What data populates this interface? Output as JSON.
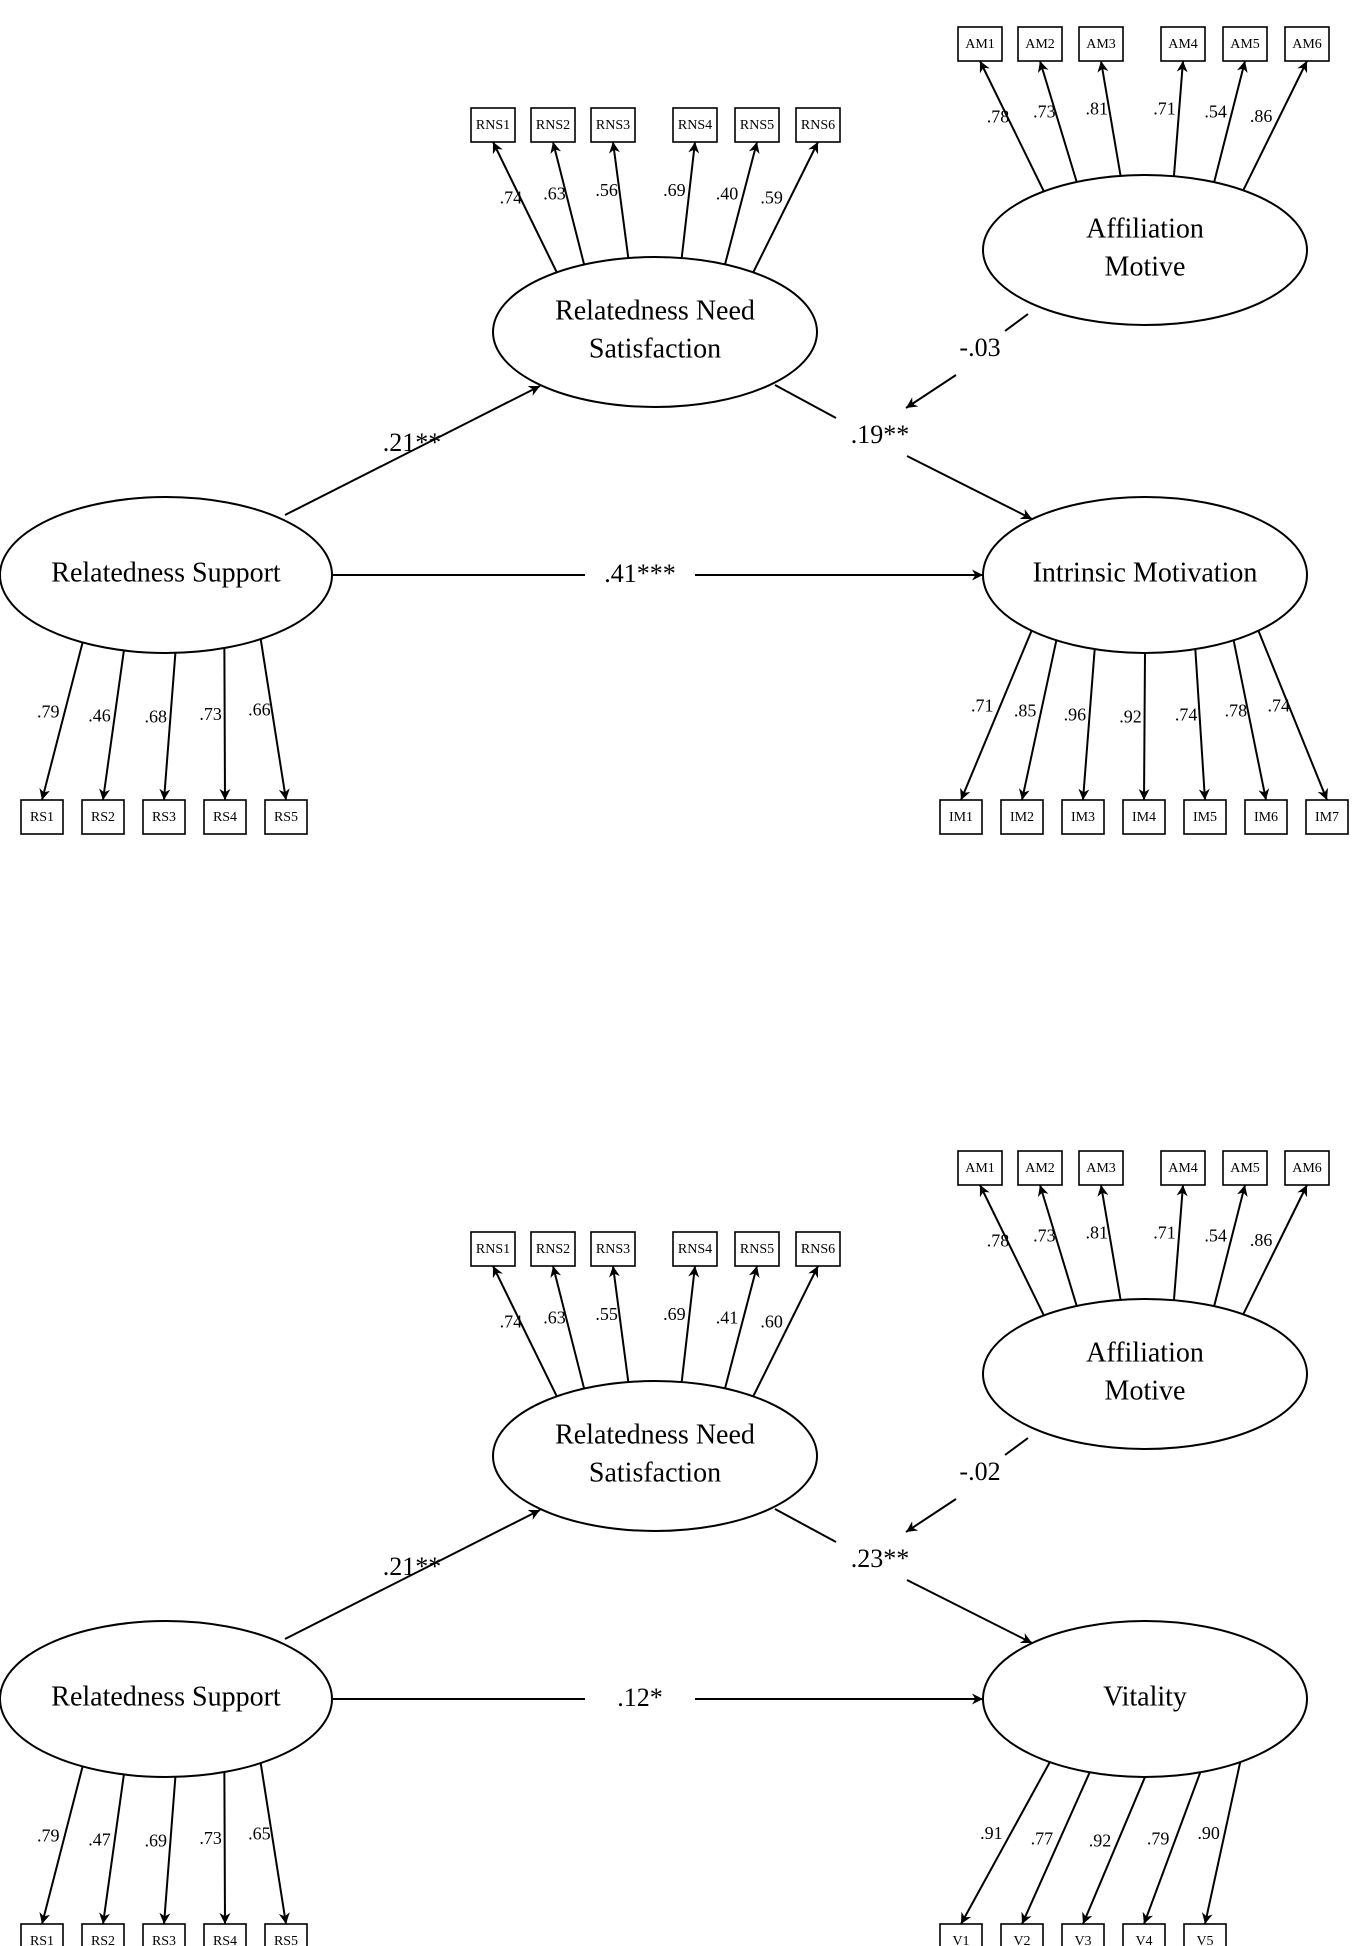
{
  "panels": [
    {
      "latents": {
        "rs": [
          "Relatedness Support"
        ],
        "rns": [
          "Relatedness Need",
          "Satisfaction"
        ],
        "am": [
          "Affiliation",
          "Motive"
        ],
        "out": [
          "Intrinsic Motivation"
        ]
      },
      "indicators": {
        "rs": [
          "RS1",
          "RS2",
          "RS3",
          "RS4",
          "RS5"
        ],
        "rns": [
          "RNS1",
          "RNS2",
          "RNS3",
          "RNS4",
          "RNS5",
          "RNS6"
        ],
        "am": [
          "AM1",
          "AM2",
          "AM3",
          "AM4",
          "AM5",
          "AM6"
        ],
        "out": [
          "IM1",
          "IM2",
          "IM3",
          "IM4",
          "IM5",
          "IM6",
          "IM7"
        ]
      },
      "loadings": {
        "rs": [
          ".79",
          ".46",
          ".68",
          ".73",
          ".66"
        ],
        "rns": [
          ".74",
          ".63",
          ".56",
          ".69",
          ".40",
          ".59"
        ],
        "am": [
          ".78",
          ".73",
          ".81",
          ".71",
          ".54",
          ".86"
        ],
        "out": [
          ".71",
          ".85",
          ".96",
          ".92",
          ".74",
          ".78",
          ".74"
        ]
      },
      "paths": {
        "rs_rns": ".21**",
        "rns_out": ".19**",
        "rs_out": ".41***",
        "am_mod": "-.03"
      }
    },
    {
      "latents": {
        "rs": [
          "Relatedness Support"
        ],
        "rns": [
          "Relatedness Need",
          "Satisfaction"
        ],
        "am": [
          "Affiliation",
          "Motive"
        ],
        "out": [
          "Vitality"
        ]
      },
      "indicators": {
        "rs": [
          "RS1",
          "RS2",
          "RS3",
          "RS4",
          "RS5"
        ],
        "rns": [
          "RNS1",
          "RNS2",
          "RNS3",
          "RNS4",
          "RNS5",
          "RNS6"
        ],
        "am": [
          "AM1",
          "AM2",
          "AM3",
          "AM4",
          "AM5",
          "AM6"
        ],
        "out": [
          "V1",
          "V2",
          "V3",
          "V4",
          "V5"
        ]
      },
      "loadings": {
        "rs": [
          ".79",
          ".47",
          ".69",
          ".73",
          ".65"
        ],
        "rns": [
          ".74",
          ".63",
          ".55",
          ".69",
          ".41",
          ".60"
        ],
        "am": [
          ".78",
          ".73",
          ".81",
          ".71",
          ".54",
          ".86"
        ],
        "out": [
          ".91",
          ".77",
          ".92",
          ".79",
          ".90"
        ]
      },
      "paths": {
        "rs_rns": ".21**",
        "rns_out": ".23**",
        "rs_out": ".12*",
        "am_mod": "-.02"
      }
    }
  ]
}
